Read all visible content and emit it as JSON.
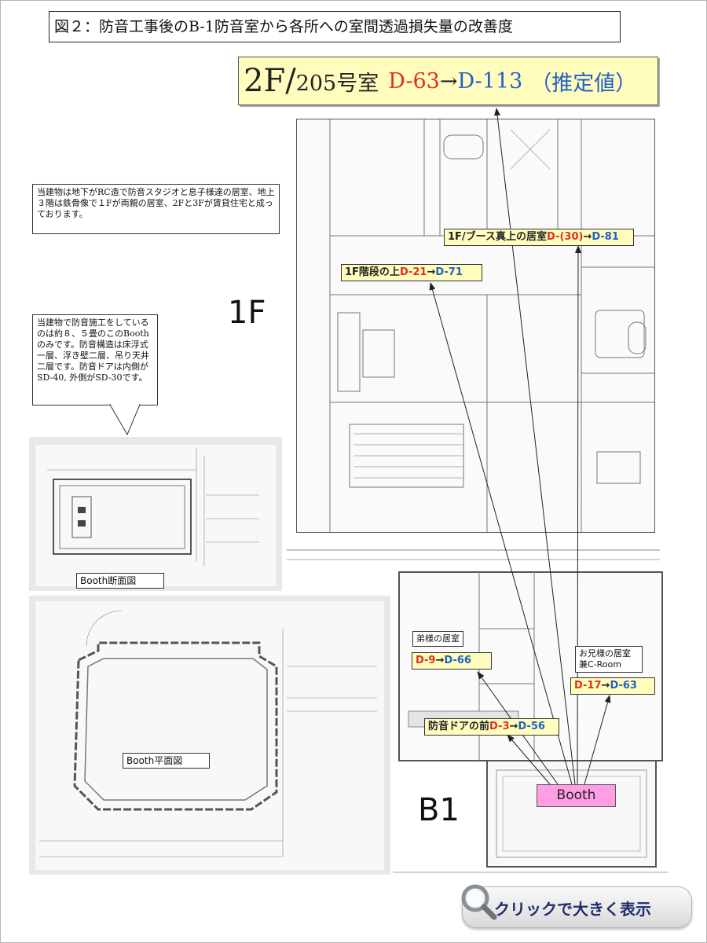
{
  "figure_title": "図２：防音工事後のB-1防音室から各所への室間透過損失量の改善度",
  "banner": {
    "floor": "2F/",
    "room": "205号室",
    "before": "D-63",
    "arrow": "→",
    "after": "D-113",
    "note": "（推定値）"
  },
  "notes": {
    "building": "当建物は地下がRC造で防音スタジオと息子様達の居室、地上３階は鉄骨像で１Fが両親の居室、2Fと3Fが賃貸住宅と成っております。",
    "booth": "当建物で防音施工をしているのは約８、５畳のこのBoothのみです。防音構造は床浮式一層、浮き壁二層、吊り天井二層です。防音ドアは内側がSD-40, 外側がSD-30です。"
  },
  "floor_labels": {
    "f1": "1F",
    "b1": "B1"
  },
  "captions": {
    "section": "Booth断面図",
    "plan": "Booth平面図"
  },
  "callouts": {
    "booth_above": {
      "label": "1F/ブース真上の居室",
      "before": "D-(30)",
      "arrow": "→",
      "after": "D-81"
    },
    "stairs_above": {
      "label": "1F階段の上",
      "before": "D-21",
      "arrow": "→",
      "after": "D-71"
    },
    "younger_room": {
      "label": "弟様の居室",
      "before": "D-9",
      "arrow": "→",
      "after": "D-66"
    },
    "elder_room": {
      "label": "お兄様の居室\n兼C-Room",
      "before": "D-17",
      "arrow": "→",
      "after": "D-63"
    },
    "door_front": {
      "label": "防音ドアの前",
      "before": "D-3",
      "arrow": "→",
      "after": "D-56"
    }
  },
  "booth_label": "Booth",
  "zoom_button": {
    "label": "クリックで大きく表示",
    "icon": "magnifier-icon"
  },
  "colors": {
    "before": "#e0301e",
    "after": "#2060c8",
    "callout_bg": "#fffcbd",
    "booth_bg": "#ff9de6"
  }
}
